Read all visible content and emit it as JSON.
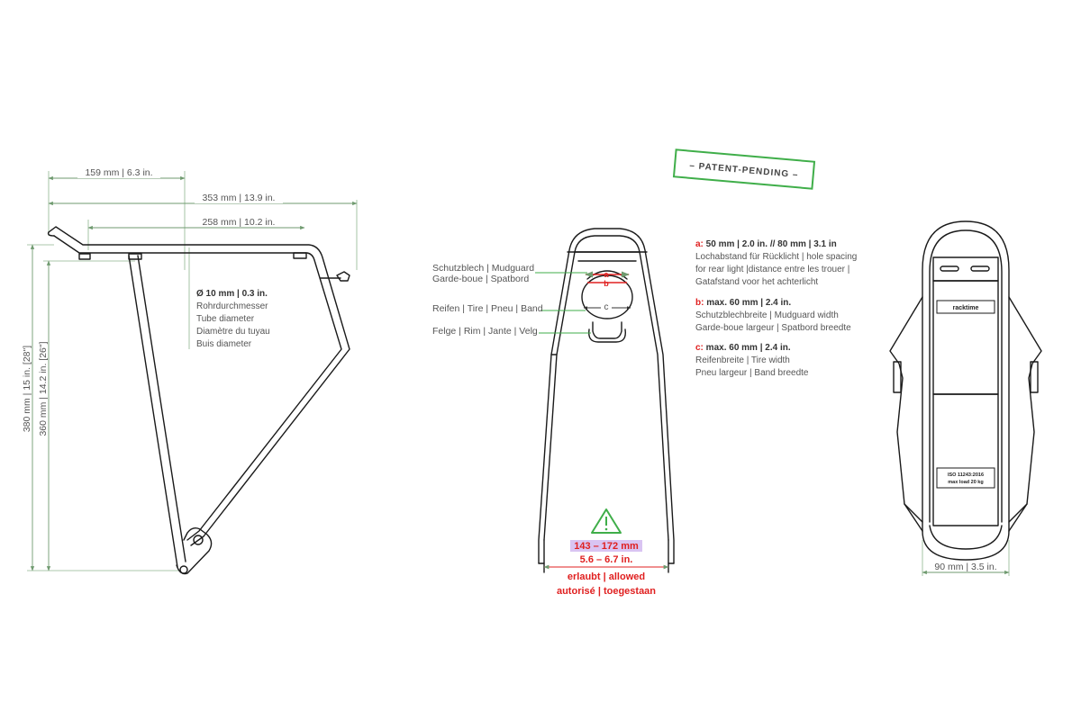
{
  "side_view": {
    "dim_top_short": "159 mm  |  6.3 in.",
    "dim_top_long": "353 mm  |  13.9 in.",
    "dim_mid": "258 mm  |  10.2 in.",
    "tube_title": "Ø 10 mm | 0.3 in.",
    "tube_lines": [
      "Rohrdurchmesser",
      "Tube diameter",
      "Diamètre du tuyau",
      "Buis diameter"
    ],
    "height_outer": "380 mm  |  15 in. [28\"]",
    "height_inner": "360 mm  |  14.2 in. [26\"]"
  },
  "stamp": "– PATENT-PENDING –",
  "rear_view": {
    "labels": {
      "mudguard": [
        "Schutzblech | Mudguard",
        "Garde-boue | Spatbord"
      ],
      "tire": "Reifen | Tire | Pneu | Band",
      "rim": "Felge | Rim | Jante | Velg"
    },
    "markers": {
      "a": "a",
      "b": "b",
      "c": "c"
    },
    "warning_icon": "warning-triangle-icon",
    "width_range": "143 – 172 mm",
    "width_range_in": "5.6 – 6.7 in.",
    "allowed": [
      "erlaubt | allowed",
      "autorisé | toegestaan"
    ]
  },
  "specs": [
    {
      "key": "a:",
      "value": " 50 mm | 2.0 in. // 80 mm | 3.1 in",
      "lines": [
        "Lochabstand für Rücklicht | hole spacing",
        "for rear light |distance entre les trouer |",
        "Gatafstand voor het achterlicht"
      ]
    },
    {
      "key": "b:",
      "value": " max. 60 mm | 2.4 in.",
      "lines": [
        "Schutzblechbreite | Mudguard width",
        "Garde-boue largeur | Spatbord breedte"
      ]
    },
    {
      "key": "c:",
      "value": " max. 60 mm | 2.4 in.",
      "lines": [
        "Reifenbreite | Tire width",
        "Pneu largeur | Band breedte"
      ]
    }
  ],
  "top_view": {
    "brand": "racktime",
    "plate_line1": "ISO 11243:2016",
    "plate_line2": "max load 20 kg",
    "dim_width": "90 mm  |  3.5 in."
  },
  "colors": {
    "line": "#1a1a1a",
    "dim": "#6f9a6f",
    "green": "#3fae49",
    "red": "#e02020",
    "highlight": "#d9c4f2"
  }
}
